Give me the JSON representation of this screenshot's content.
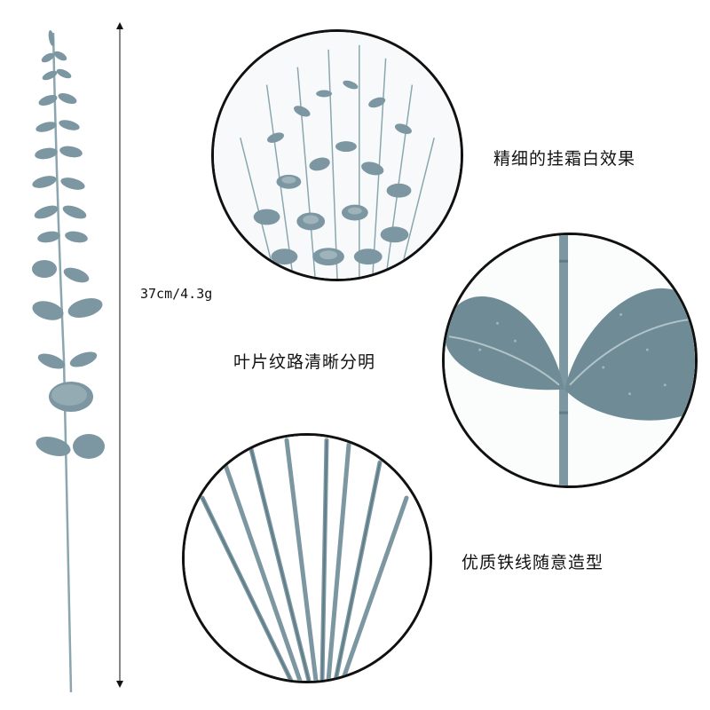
{
  "product": {
    "size_label": "37cm/4.3g"
  },
  "features": [
    {
      "caption": "精细的挂霜白效果"
    },
    {
      "caption": "叶片纹路清晰分明"
    },
    {
      "caption": "优质铁线随意造型"
    }
  ],
  "colors": {
    "leaf": "#7c97a1",
    "leaf_dark": "#5f7d88",
    "frost": "#dfe8ea",
    "stem": "#8aa6ae",
    "outline": "#111111"
  }
}
